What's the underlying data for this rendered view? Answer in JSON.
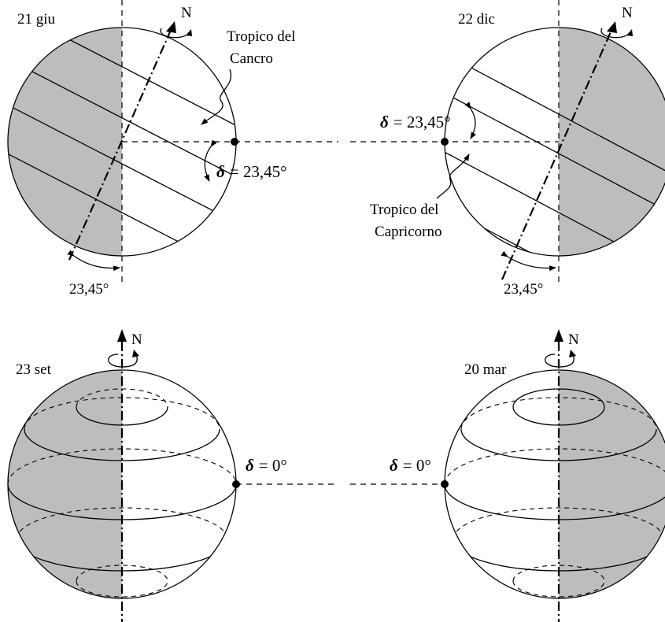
{
  "panels": {
    "jun": {
      "date": "21 giu",
      "north": "N",
      "tropic_label_line1": "Tropico del",
      "tropic_label_line2": "Cancro",
      "declination": "= 23,45°",
      "tilt": "23,45°"
    },
    "dec": {
      "date": "22 dic",
      "north": "N",
      "tropic_label_line1": "Tropico del",
      "tropic_label_line2": "Capricorno",
      "declination": "= 23,45°",
      "tilt": "23,45°"
    },
    "sep": {
      "date": "23 set",
      "north": "N",
      "declination": "= 0°"
    },
    "mar": {
      "date": "20 mar",
      "north": "N",
      "declination": "= 0°"
    }
  },
  "symbols": {
    "delta": "δ"
  },
  "colors": {
    "night_shade": "#bdbdbd",
    "ink": "#000000"
  }
}
